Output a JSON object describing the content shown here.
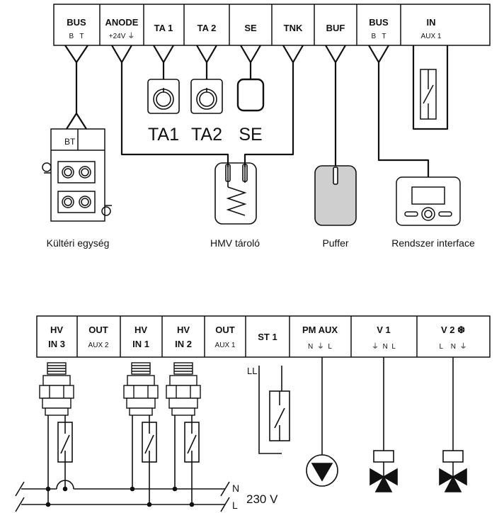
{
  "top_terminals": [
    {
      "name": "BUS",
      "sub": "B   T"
    },
    {
      "name": "ANODE",
      "sub": "+24V ⏚"
    },
    {
      "name": "TA 1",
      "sub": ""
    },
    {
      "name": "TA 2",
      "sub": ""
    },
    {
      "name": "SE",
      "sub": ""
    },
    {
      "name": "TNK",
      "sub": ""
    },
    {
      "name": "BUF",
      "sub": ""
    },
    {
      "name": "BUS",
      "sub": "B   T"
    },
    {
      "name": "IN",
      "sub": "AUX 1"
    }
  ],
  "bottom_terminals": [
    {
      "name": "HV",
      "sub": "IN 3"
    },
    {
      "name": "OUT",
      "sub": "AUX 2"
    },
    {
      "name": "HV",
      "sub": "IN 1"
    },
    {
      "name": "HV",
      "sub": "IN 2"
    },
    {
      "name": "OUT",
      "sub": "AUX 1"
    },
    {
      "name": "ST 1",
      "sub": ""
    },
    {
      "name": "PM AUX",
      "sub": "N  ⏚  L"
    },
    {
      "name": "V 1",
      "sub": "⏚  N  L"
    },
    {
      "name": "V 2 ❆",
      "sub": "L    N  ⏚"
    }
  ],
  "sensor_labels": {
    "ta1": "TA1",
    "ta2": "TA2",
    "se": "SE"
  },
  "outdoor_unit": {
    "tag": "BT"
  },
  "st1_label": "LL",
  "component_labels": {
    "outdoor": "Kültéri egység",
    "dhw": "HMV tároló",
    "buffer": "Puffer",
    "interface": "Rendszer interface"
  },
  "mains": {
    "n": "N",
    "l": "L",
    "voltage": "230 V"
  },
  "colors": {
    "line": "#111111",
    "buffer_fill": "#cfcfcf"
  }
}
